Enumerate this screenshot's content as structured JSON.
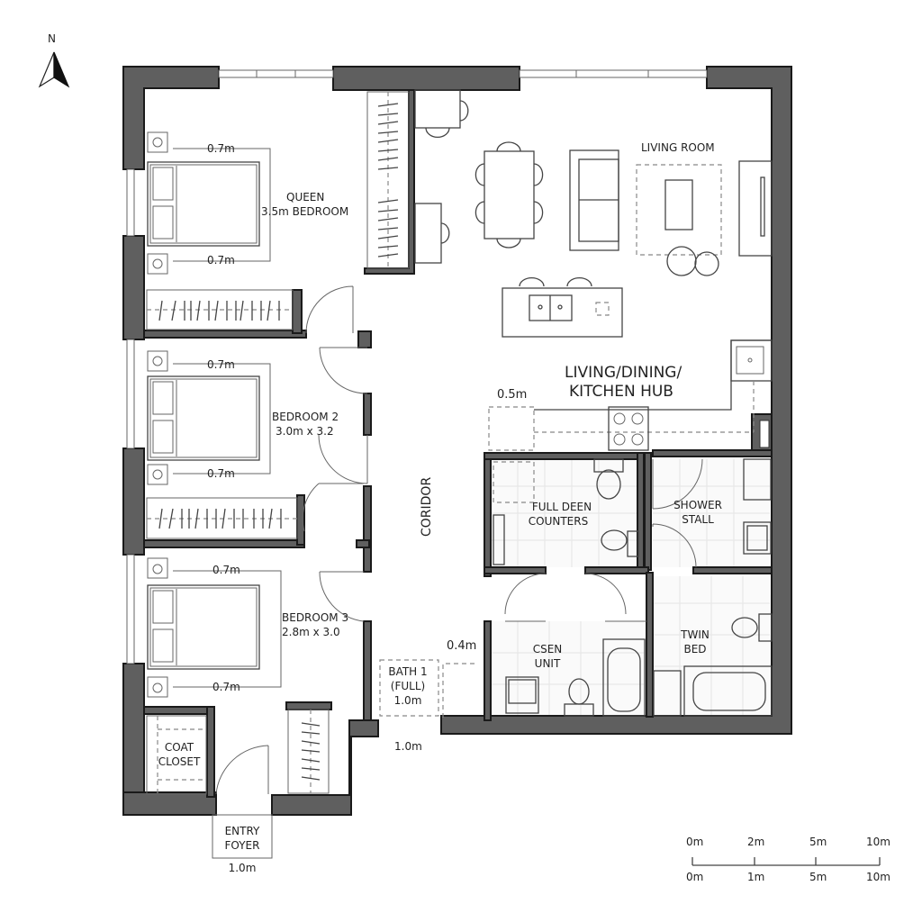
{
  "compass": {
    "label": "N"
  },
  "rooms": {
    "queen_bedroom": {
      "line1": "QUEEN",
      "line2": "3.5m BEDROOM",
      "dim_top": "0.7m",
      "dim_bottom": "0.7m"
    },
    "bedroom2": {
      "line1": "BEDROOM 2",
      "line2": "3.0m x 3.2",
      "dim_top": "0.7m",
      "dim_bottom": "0.7m"
    },
    "bedroom3": {
      "line1": "BEDROOM 3",
      "line2": "2.8m x 3.0",
      "dim_top": "0.7m",
      "dim_bottom": "0.7m"
    },
    "living_room": {
      "label": "LIVING ROOM"
    },
    "hub": {
      "line1": "LIVING/DINING/",
      "line2": "KITCHEN HUB",
      "dim": "0.5m"
    },
    "corridor": {
      "label": "CORIDOR"
    },
    "full_deen": {
      "line1": "FULL DEEN",
      "line2": "COUNTERS"
    },
    "shower": {
      "line1": "SHOWER",
      "line2": "STALL"
    },
    "csen": {
      "line1": "CSEN",
      "line2": "UNIT"
    },
    "twin": {
      "line1": "TWIN",
      "line2": "BED"
    },
    "bath1": {
      "line1": "BATH 1",
      "line2": "(FULL)",
      "line3": "1.0m",
      "dim_side": "0.4m",
      "dim_below": "1.0m"
    },
    "coat_closet": {
      "line1": "COAT",
      "line2": "CLOSET"
    },
    "entry": {
      "line1": "ENTRY",
      "line2": "FOYER",
      "dim": "1.0m"
    }
  },
  "scale_bar": {
    "top_labels": [
      "0m",
      "2m",
      "5m",
      "10m"
    ],
    "bottom_labels": [
      "0m",
      "1m",
      "5m",
      "10m"
    ]
  },
  "colors": {
    "wall": "#5f5f5f",
    "wall_outline": "#1a1a1a",
    "line": "#444444"
  }
}
